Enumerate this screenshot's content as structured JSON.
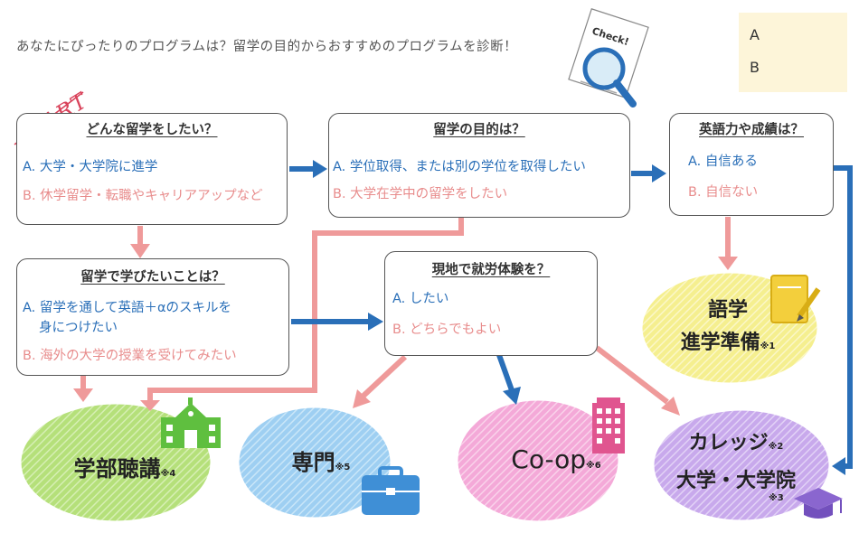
{
  "title": "あなたにぴったりのプログラムは？留学の目的からおすすめのプログラムを診断！",
  "check_label": "Check!",
  "start_label": "START",
  "legend": {
    "a_label": "A",
    "b_label": "B",
    "a_color": "#2a6fb8",
    "b_color": "#ef9a9a"
  },
  "questions": {
    "q1": {
      "title": "どんな留学をしたい？",
      "a": "A. 大学・大学院に進学",
      "b": "B. 休学留学・転職やキャリアアップなど"
    },
    "q2": {
      "title": "留学の目的は？",
      "a": "A. 学位取得、または別の学位を取得したい",
      "b": "B.  大学在学中の留学をしたい"
    },
    "q3": {
      "title": "英語力や成績は？",
      "a": "A. 自信ある",
      "b": "B. 自信ない"
    },
    "q4": {
      "title": "留学で学びたいことは？",
      "a1": "A.  留学を通して英語＋αのスキルを",
      "a2": "身につけたい",
      "b": "B. 海外の大学の授業を受けてみたい"
    },
    "q5": {
      "title": "現地で就労体験を？",
      "a": "A. したい",
      "b": "B. どちらでもよい"
    }
  },
  "results": {
    "gogaku": {
      "line1": "語学",
      "line2": "進学準備",
      "note": "※1"
    },
    "gakubu": {
      "label": "学部聴講",
      "note": "※4"
    },
    "senmon": {
      "label": "専門",
      "note": "※5"
    },
    "coop": {
      "label": "Co-op",
      "note": "※6"
    },
    "college": {
      "line1": "カレッジ",
      "note1": "※2",
      "line2": "大学・大学院",
      "note2": "※3"
    }
  }
}
